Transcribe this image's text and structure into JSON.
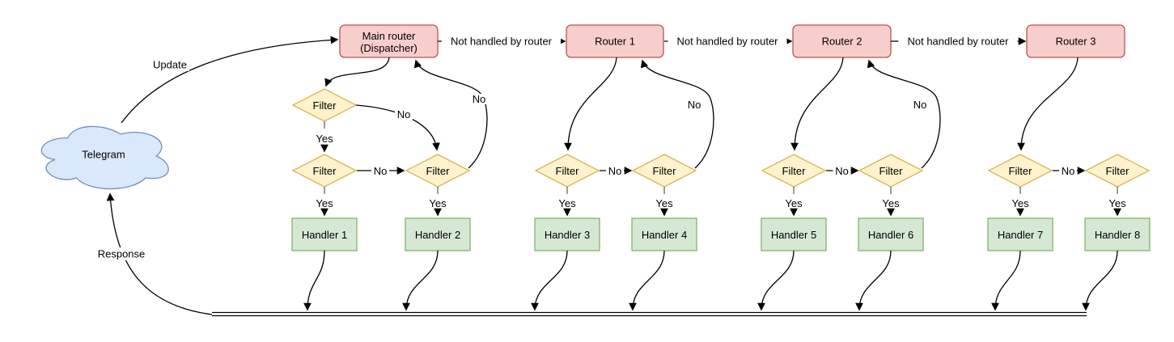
{
  "colors": {
    "router_fill": "#f8cecc",
    "router_stroke": "#b85450",
    "filter_fill": "#fff2cc",
    "filter_stroke": "#d6b656",
    "handler_fill": "#d5e8d4",
    "handler_stroke": "#82b366",
    "cloud_fill": "#dae8fc",
    "cloud_stroke": "#6c8ebf",
    "edge": "#000000"
  },
  "nodes": {
    "telegram": "Telegram",
    "main_router": {
      "line1": "Main router",
      "line2": "(Dispatcher)"
    },
    "routers": [
      "Router 1",
      "Router 2",
      "Router 3"
    ],
    "filter_label": "Filter",
    "handlers": [
      "Handler 1",
      "Handler 2",
      "Handler 3",
      "Handler 4",
      "Handler 5",
      "Handler 6",
      "Handler 7",
      "Handler 8"
    ]
  },
  "edge_labels": {
    "update": "Update",
    "response": "Response",
    "not_handled": "Not handled by router",
    "yes": "Yes",
    "no": "No"
  }
}
